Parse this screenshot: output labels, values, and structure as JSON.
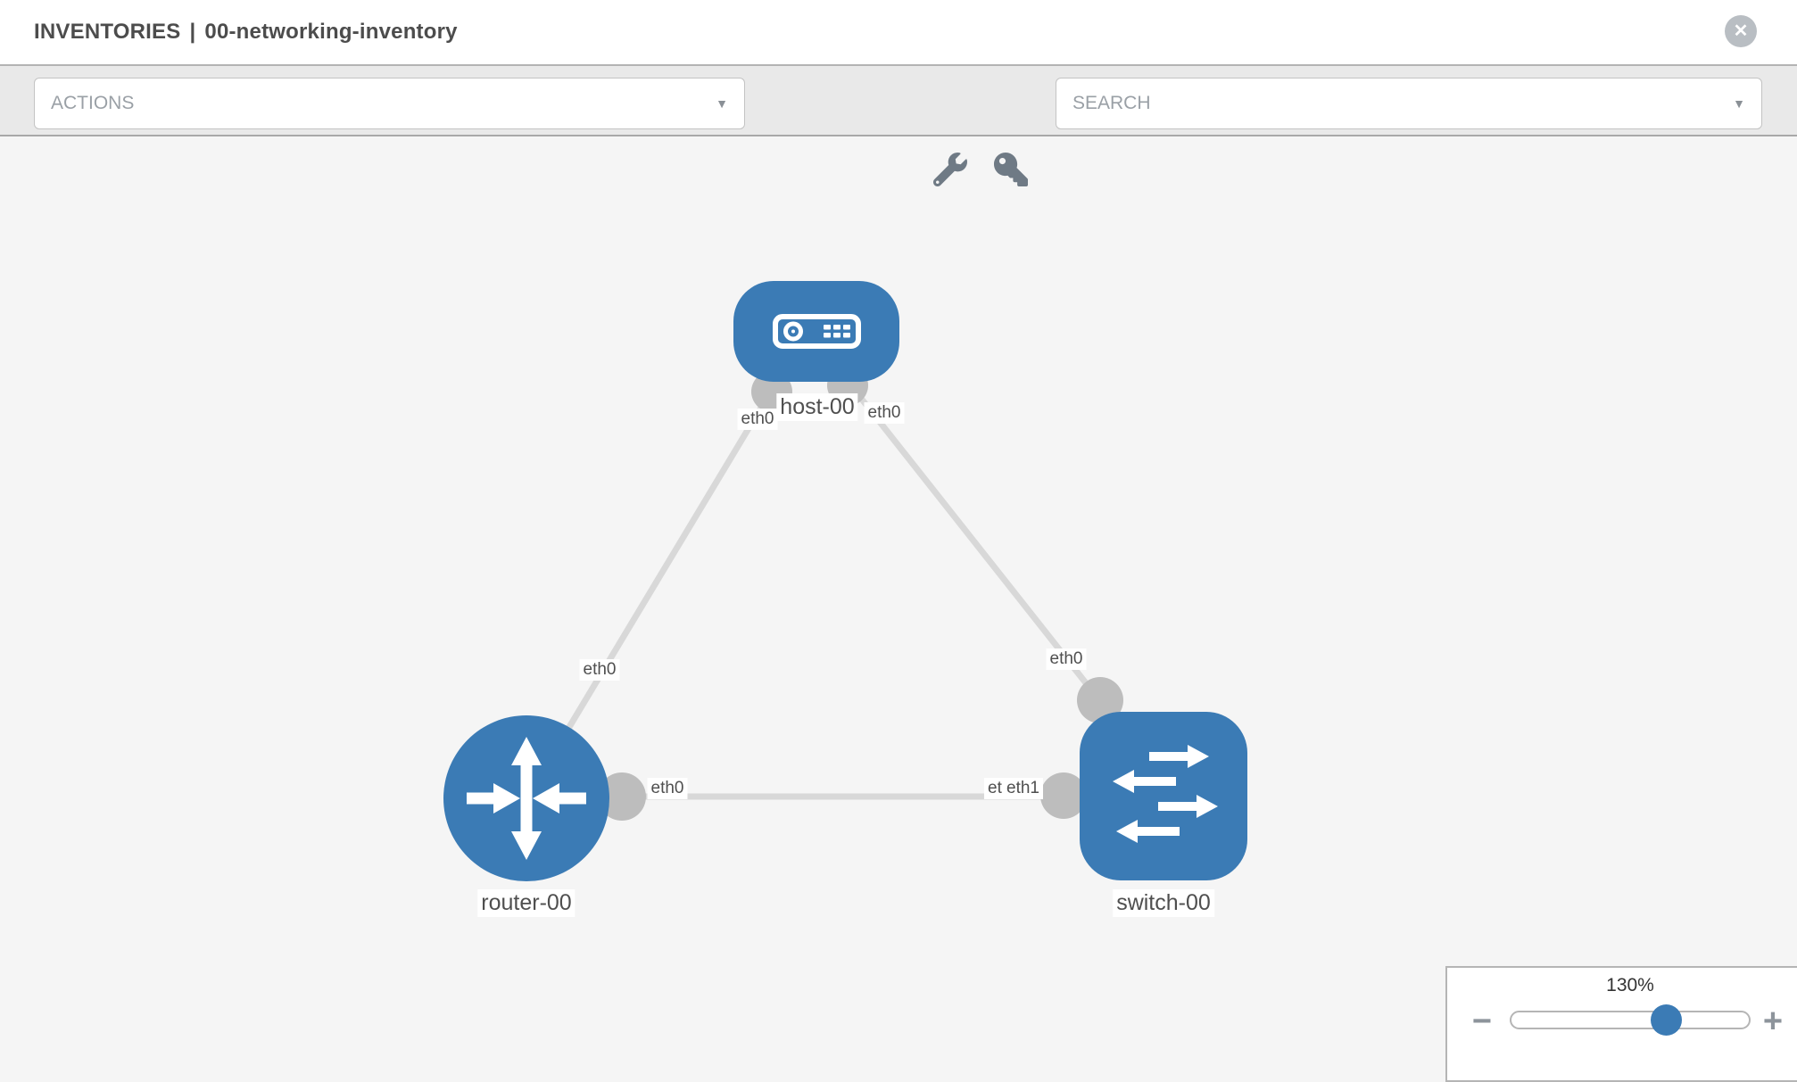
{
  "header": {
    "title_section": "INVENTORIES",
    "title_separator": "|",
    "title_inventory_name": "00-networking-inventory"
  },
  "toolbar": {
    "actions_placeholder": "ACTIONS",
    "search_placeholder": "SEARCH"
  },
  "icons": {
    "close": "✕",
    "caret": "▼",
    "minus": "−",
    "plus": "+",
    "wrench": "wrench-icon",
    "key": "key-icon"
  },
  "topology": {
    "nodes": [
      {
        "id": "host-00",
        "label": "host-00",
        "type": "host",
        "color": "#3b7bb5"
      },
      {
        "id": "router-00",
        "label": "router-00",
        "type": "router",
        "color": "#3b7bb5"
      },
      {
        "id": "switch-00",
        "label": "switch-00",
        "type": "switch",
        "color": "#3b7bb5"
      }
    ],
    "links": [
      {
        "from": "host-00",
        "from_interface": "eth0",
        "to": "router-00",
        "to_interface": "eth0"
      },
      {
        "from": "host-00",
        "from_interface": "eth0",
        "to": "switch-00",
        "to_interface": "eth0"
      },
      {
        "from": "router-00",
        "from_interface": "eth0",
        "to": "switch-00",
        "to_interface": "eth1"
      },
      {
        "overlap_label": "eth0"
      }
    ]
  },
  "zoom_control": {
    "level": "130%",
    "percent": 130
  },
  "colors": {
    "node_blue": "#3b7bb5",
    "edge_gray": "#d8d8d8",
    "connector_gray": "#bdbdbd",
    "toolbar_bg": "#e9e9e9",
    "canvas_bg": "#f5f5f5"
  }
}
